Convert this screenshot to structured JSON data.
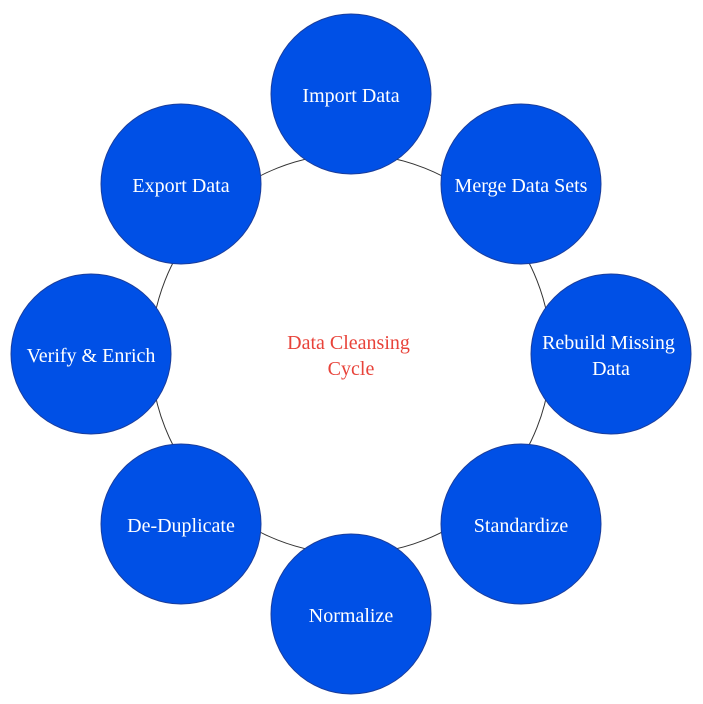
{
  "diagram": {
    "center_title_lines": [
      "Data Cleansing",
      "Cycle"
    ],
    "steps": [
      {
        "label_lines": [
          "Import Data"
        ]
      },
      {
        "label_lines": [
          "Merge Data Sets"
        ]
      },
      {
        "label_lines": [
          "Rebuild Missing",
          "Data"
        ]
      },
      {
        "label_lines": [
          "Standardize"
        ]
      },
      {
        "label_lines": [
          "Normalize"
        ]
      },
      {
        "label_lines": [
          "De-Duplicate"
        ]
      },
      {
        "label_lines": [
          "Verify & Enrich"
        ]
      },
      {
        "label_lines": [
          "Export Data"
        ]
      }
    ],
    "colors": {
      "node_fill": "#0050e6",
      "node_stroke": "#1a3d9c",
      "node_text": "#ffffff",
      "center_text": "#e8433a",
      "ring": "#333333"
    }
  }
}
